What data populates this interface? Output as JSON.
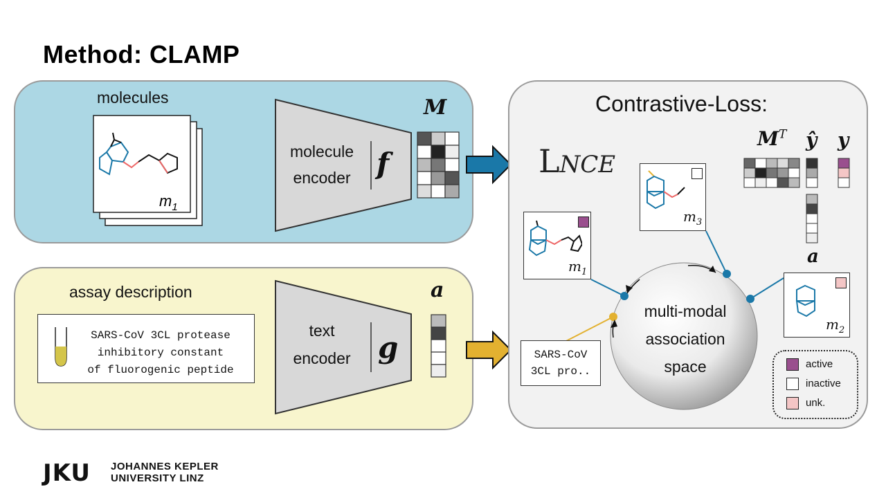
{
  "slide": {
    "title": "Method: CLAMP"
  },
  "molecule_panel": {
    "label": "molecules",
    "stack_label": "m",
    "stack_sub": "1",
    "encoder_line1": "molecule",
    "encoder_line2": "encoder",
    "encoder_symbol": "f",
    "matrix_label": "M"
  },
  "assay_panel": {
    "label": "assay description",
    "assay_text": [
      "SARS-CoV 3CL protease",
      "inhibitory constant",
      "of fluorogenic peptide"
    ],
    "encoder_line1": "text",
    "encoder_line2": "encoder",
    "encoder_symbol": "g",
    "vector_label": "a"
  },
  "loss_panel": {
    "title": "Contrastive-Loss:",
    "loss_main": "L",
    "loss_sub": "NCE",
    "mt_label": "M",
    "mt_sup": "T",
    "yhat_label": "ŷ",
    "y_label": "y",
    "a_label": "a",
    "sphere_line1": "multi-modal",
    "sphere_line2": "association",
    "sphere_line3": "space",
    "m1_label": "m",
    "m1_sub": "1",
    "m2_label": "m",
    "m2_sub": "2",
    "m3_label": "m",
    "m3_sub": "3",
    "assay_short_line1": "SARS-CoV",
    "assay_short_line2": "3CL pro..",
    "legend": [
      {
        "label": "active",
        "color": "#9a4f8e"
      },
      {
        "label": "inactive",
        "color": "#ffffff"
      },
      {
        "label": "unk.",
        "color": "#f4c6c6"
      }
    ]
  },
  "footer": {
    "logo_mark": "JKU",
    "university_line1": "JOHANNES KEPLER",
    "university_line2": "UNIVERSITY LINZ"
  },
  "colors": {
    "molecule_bg": "#acd7e4",
    "assay_bg": "#f8f5cd",
    "loss_bg": "#f2f2f2",
    "arrow_blue": "#1a78a8",
    "arrow_yellow": "#e3b130",
    "active": "#9a4f8e",
    "unknown": "#f4c6c6"
  }
}
